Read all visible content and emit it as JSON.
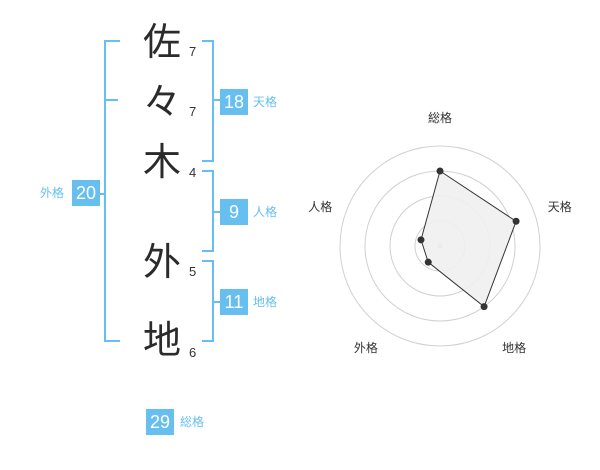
{
  "name": {
    "characters": [
      {
        "char": "佐",
        "strokes": "7"
      },
      {
        "char": "々",
        "strokes": "7"
      },
      {
        "char": "木",
        "strokes": "4"
      },
      {
        "char": "外",
        "strokes": "5"
      },
      {
        "char": "地",
        "strokes": "6"
      }
    ]
  },
  "kakusu": {
    "tenkaku": {
      "label": "天格",
      "value": "18"
    },
    "jinkaku": {
      "label": "人格",
      "value": "9"
    },
    "chikaku": {
      "label": "地格",
      "value": "11"
    },
    "gaikaku": {
      "label": "外格",
      "value": "20"
    },
    "soukaku": {
      "label": "総格",
      "value": "29"
    }
  },
  "radar": {
    "axes": [
      "総格",
      "天格",
      "地格",
      "外格",
      "人格"
    ],
    "levels": [
      0.75,
      0.8,
      0.75,
      0.2,
      0.2
    ],
    "colors": {
      "fill": "#f0f0f0",
      "line": "#333333",
      "point": "#333333",
      "grid": "#d0d0d0",
      "center": "#cccccc"
    }
  },
  "colors": {
    "accent": "#67bff0"
  }
}
